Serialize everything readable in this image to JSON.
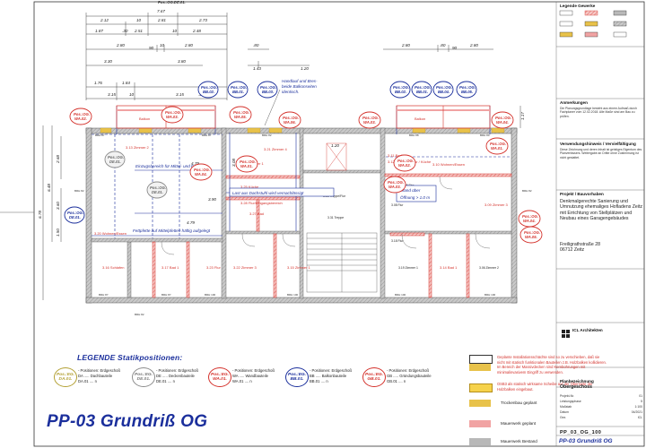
{
  "drawing": {
    "title": "PP-03 Grundriß OG",
    "legend_heading": "LEGENDE Statikpositionen:",
    "code": "PP_03_OG_100"
  },
  "dimensions": {
    "top": [
      "7.67",
      "2.12",
      "2.81",
      "2.73",
      "1.87",
      "2.51",
      "2.48",
      "2.80",
      "2.80",
      "3.30",
      "3.80",
      "1.76",
      "1.84",
      "3.15",
      "3.15",
      "1.43",
      "1.20",
      "2.80",
      "2.80",
      "1.17",
      ".80",
      ".80",
      "10",
      "10",
      "10",
      "10",
      ".30",
      ".30",
      "90",
      "90"
    ],
    "left": [
      "6.78",
      "6.48",
      "2.68",
      "3.60",
      "1.50"
    ],
    "interior": [
      "4.79",
      "4.79",
      "3.90",
      "1.20",
      "3.08",
      "+1.86"
    ]
  },
  "position_bubbles": [
    {
      "text": "Pos.:OG\nWA.01.",
      "kind": "red"
    },
    {
      "text": "Pos.:OG\nWA.02.",
      "kind": "red"
    },
    {
      "text": "Pos.:OG\nWA.03.",
      "kind": "red"
    },
    {
      "text": "Pos.:OG\nWA.04.",
      "kind": "red"
    },
    {
      "text": "Pos.:OG\nWA.05.",
      "kind": "red"
    },
    {
      "text": "Pos.:OG\nWA.06.",
      "kind": "red"
    },
    {
      "text": "Pos.:OG.\nBB.01.",
      "kind": "blue"
    },
    {
      "text": "Pos.:OG.\nBB.02.",
      "kind": "blue"
    },
    {
      "text": "Pos.:OG.\nBB.03.",
      "kind": "blue"
    },
    {
      "text": "Pos.:OG.\nBB.04.",
      "kind": "blue"
    },
    {
      "text": "Pos.:OG.\nBB.05.",
      "kind": "blue"
    },
    {
      "text": "Pos.:OG.\nDE.01.",
      "kind": "grey"
    },
    {
      "text": "Pos.:OG.\nDE.01.",
      "kind": "grey"
    },
    {
      "text": "Pos.:OG.DE.01.",
      "kind": "text"
    }
  ],
  "annotations": {
    "balcony_note": "Handlauf und Bres-\nbeide Balkonseiten\nidentisch.",
    "roof_load": "Last aus Dachstuhl wird vernachlässigt",
    "wall_opening": "Wand über\nÖffnung > 1.0 m",
    "bearing_zone": "Einzugsbereich für Mittel- und Fettpfette",
    "footplate": "Fettpfette auf Mittelpfetten häftig aufgelegt",
    "balcony_left": "Balkon",
    "balcony_right": "Balkon"
  },
  "rooms": [
    "3.20 Wohnen/Essen",
    "3.26 Treppe/Flur",
    "3.24 Zimmer 1",
    "3.25 Küche",
    "3.27 Bad",
    "3.10 Wohnen/Essen",
    "3.16 Schlafen",
    "3.17 Bad 1",
    "3.18 Flur",
    "3.19 Zimmer 1",
    "3.06 Zimmer 2",
    "3.28 Flur/Eingangsbereich",
    "3.05 Flur",
    "3.22 Zimmer 3",
    "3.21 Zimmer 4",
    "3.31 Treppe",
    "3.23 Flur",
    "3.15 Zimmer 1",
    "3.14 Bad 1",
    "3.13 Zimmer 2",
    "3.09 Zimmer 3",
    "3.11 Bad/Wc",
    "3.12 Wohnungsflur / Küche",
    "3.08 Flur"
  ],
  "legend_items": [
    {
      "badge": "Pos.:EG.\nDA.01.",
      "color": "#b3a034",
      "text": "- Positionen: Erdgeschoß\nDA ..... Dachbauteile\nDA.01 .... n"
    },
    {
      "badge": "Pos.:EG.\nDE.01.",
      "color": "#8c8c8c",
      "text": "- Positionen: Erdgeschoß\nDE ..... Deckenbauteile\nDE.01 .... n"
    },
    {
      "badge": "Pos.:EG.\nWA.01.",
      "color": "#d4322c",
      "text": "- Positionen: Erdgeschoß\nWA ..... Wandbauteile\nWA.01 .... n"
    },
    {
      "badge": "Pos.:EG.\nBB.01.",
      "color": "#1b2f9c",
      "text": "- Positionen: Erdgeschoß\nBB ..... Balkonbauteile\nBB.01 .... n"
    },
    {
      "badge": "Pos.:EG.\nGB.01.",
      "color": "#d4322c",
      "text": "- Positionen: Erdgeschoß\nGB ..... Gründungsbauteile\nGB.01 .... n"
    }
  ],
  "notes": {
    "install": "Geplante Installationsschächte sind so zu verschieben, daß sie nicht mit statisch funktionalen Bauteilen z.B. Holzbalken kollidieren. Im Bereich der Massivdecken sind Kernbohrungen mit minimalinvasivem Eingriff zu verwenden.",
    "osb": "OSB3 als statisch wirksame Scheibe auf der Oberseite der Holzbalken eingebaut."
  },
  "material_legend": [
    {
      "label": "Trockenbau geplant",
      "color": "#e8c24a"
    },
    {
      "label": "Mauerwerk geplant",
      "color": "#f1a3a3"
    },
    {
      "label": "Mauerwerk Bestand",
      "color": "#b8b8b8"
    }
  ],
  "colors": {
    "plan_blue": "#1b2f9c",
    "wall_red": "#d4322c",
    "wall_grey": "#8a8a8a",
    "hatch_grey": "#b0b0b0",
    "existing_fill": "#9b9b9b"
  },
  "title_block": {
    "legend_heading": "Legende Gewerke",
    "notes_heading": "Anmerkungen",
    "notes_text": "Die Planungsgrundlage besteht aus einem Aufmaß durch Fachplaner vom 12.02.2018. Alle Maße sind am Bau zu prüfen.",
    "warning_heading": "Verwendungshinweis / Vervielfältigung",
    "warning_text": "Diese Zeichnung und deren Inhalt ist geistiges Eigentum des Planverfassers. Weitergabe an Dritte ohne Zustimmung ist nicht gestattet.",
    "project_heading": "Projekt / Bauvorhaben",
    "project_text": "Denkmalgerechte Sanierung und Umnutzung ehemaliges Hofladens Zeitz mit Errichtung von Stellplätzen und Neubau eines Garagengebäudes",
    "address": "Freiligrathstraße 28\n06712 Zeitz",
    "planner": "ICL Architekten",
    "plan_heading": "Planbezeichnung",
    "plan_name": "Obergeschoss",
    "meta": [
      {
        "k": "Projekt-Nr.",
        "v": "01"
      },
      {
        "k": "Leistungsphase",
        "v": "5"
      },
      {
        "k": "Maßstab",
        "v": "1:100"
      },
      {
        "k": "Datum",
        "v": "04/2021"
      },
      {
        "k": "Gez.",
        "v": "ICL"
      }
    ],
    "code": "PP_03_OG_100",
    "title": "PP-03 Grundriß OG"
  }
}
